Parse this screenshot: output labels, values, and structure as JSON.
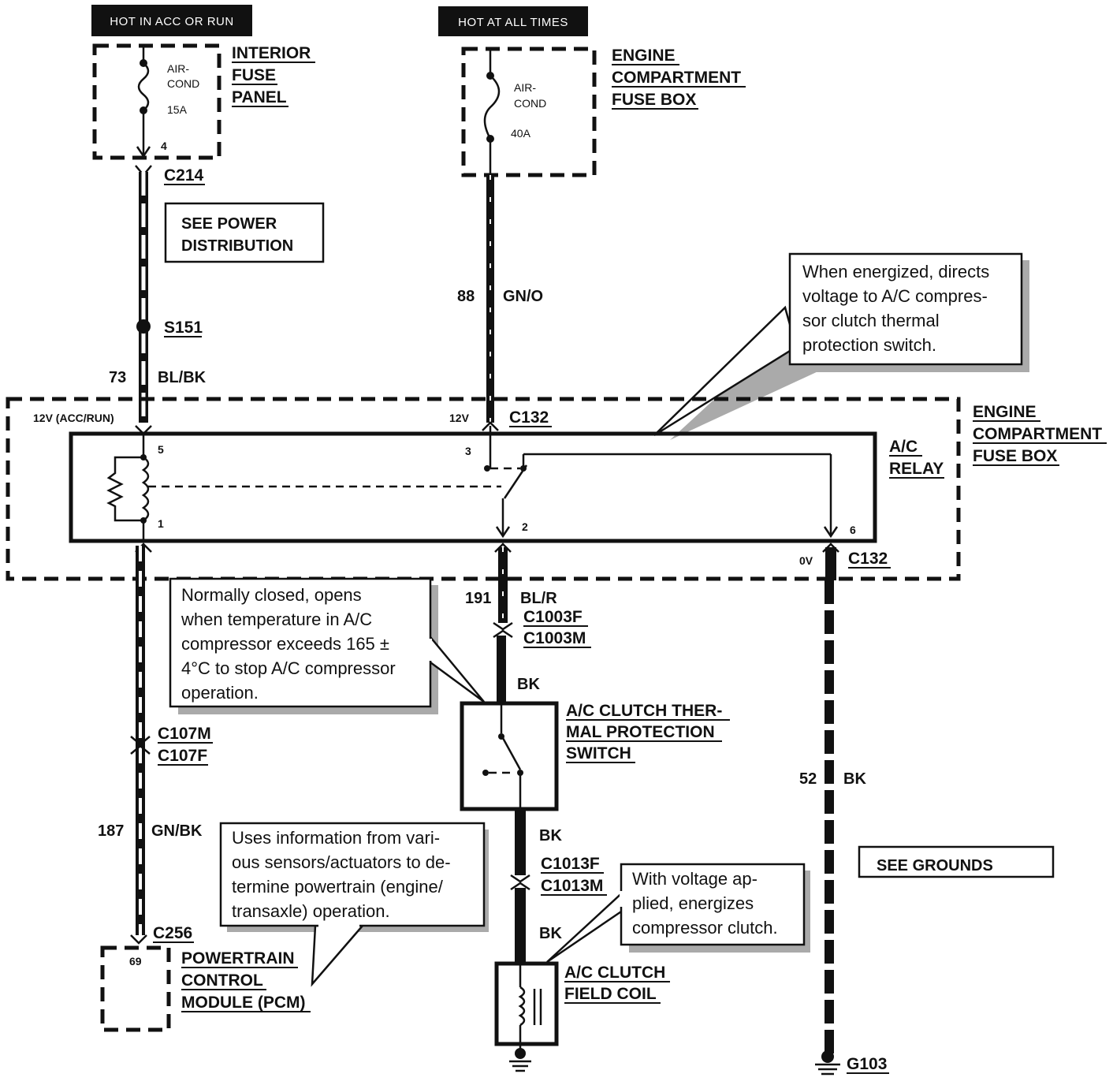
{
  "headers": {
    "acc_run": "HOT IN ACC OR RUN",
    "all_times": "HOT AT ALL TIMES"
  },
  "fuses": {
    "interior": {
      "name_line1": "AIR-",
      "name_line2": "COND",
      "rating": "15A",
      "pin": "4"
    },
    "engine": {
      "name_line1": "AIR-",
      "name_line2": "COND",
      "rating": "40A"
    }
  },
  "components": {
    "interior_fuse_panel": [
      "INTERIOR",
      "FUSE",
      "PANEL"
    ],
    "engine_fuse_box_top": [
      "ENGINE",
      "COMPARTMENT",
      "FUSE BOX"
    ],
    "engine_fuse_box_mid": [
      "ENGINE",
      "COMPARTMENT",
      "FUSE BOX"
    ],
    "ac_relay": [
      "A/C",
      "RELAY"
    ],
    "thermal_switch": [
      "A/C CLUTCH THER-",
      "MAL PROTECTION",
      "SWITCH"
    ],
    "field_coil": [
      "A/C CLUTCH",
      "FIELD COIL"
    ],
    "pcm": [
      "POWERTRAIN",
      "CONTROL",
      "MODULE (PCM)"
    ]
  },
  "boxes": {
    "see_power": [
      "SEE POWER",
      "DISTRIBUTION"
    ],
    "see_grounds": "SEE GROUNDS"
  },
  "connectors": {
    "c214": "C214",
    "s151": "S151",
    "c132_top": "C132",
    "c132_bottom": "C132",
    "c1003f": "C1003F",
    "c1003m": "C1003M",
    "c107m": "C107M",
    "c107f": "C107F",
    "c1013f": "C1013F",
    "c1013m": "C1013M",
    "c256": "C256",
    "g103": "G103"
  },
  "wires": {
    "w73": {
      "circuit": "73",
      "color": "BL/BK"
    },
    "w88": {
      "circuit": "88",
      "color": "GN/O"
    },
    "w191": {
      "circuit": "191",
      "color": "BL/R"
    },
    "w187": {
      "circuit": "187",
      "color": "GN/BK"
    },
    "w52": {
      "circuit": "52",
      "color": "BK"
    },
    "bk1": "BK",
    "bk2": "BK",
    "bk3": "BK"
  },
  "voltages": {
    "acc_run": "12V (ACC/RUN)",
    "v12": "12V",
    "v0": "0V"
  },
  "pins": {
    "p5": "5",
    "p3": "3",
    "p1": "1",
    "p2": "2",
    "p6": "6",
    "p69": "69"
  },
  "notes": {
    "relay": [
      "When energized, directs",
      "voltage to A/C compres-",
      "sor clutch thermal",
      "protection switch."
    ],
    "thermal": [
      "Normally closed, opens",
      "when temperature in A/C",
      "compressor exceeds 165 ±",
      "4°C to stop A/C compressor",
      "operation."
    ],
    "pcm": [
      "Uses information from vari-",
      "ous sensors/actuators to de-",
      "termine powertrain (engine/",
      "transaxle) operation."
    ],
    "clutch": [
      "With voltage ap-",
      "plied, energizes",
      "compressor clutch."
    ]
  }
}
